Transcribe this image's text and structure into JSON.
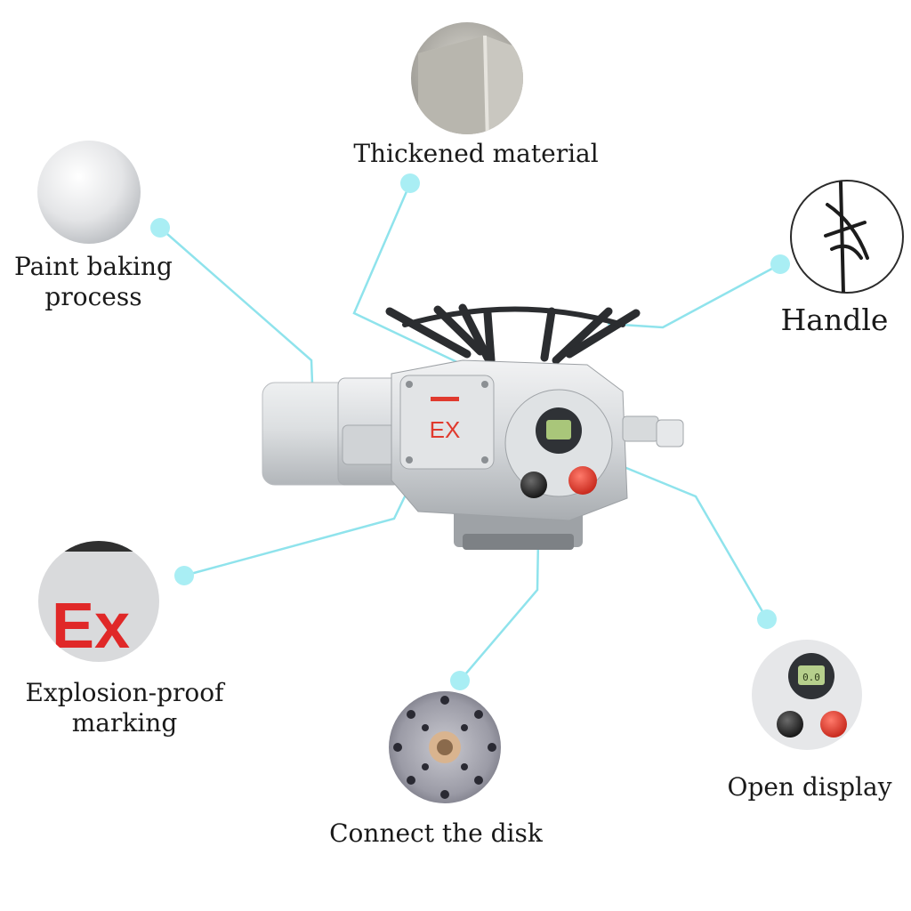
{
  "colors": {
    "accent_line": "#8fe3ec",
    "accent_dot": "#a9eef4",
    "body_metal": "#d9dcdf",
    "marking_red": "#e03a2e"
  },
  "device": {
    "body_marking": "EX"
  },
  "callouts": [
    {
      "id": "thickened-material",
      "lines": [
        "Thickened material"
      ],
      "icon": "metal-corner-closeup"
    },
    {
      "id": "paint-baking-process",
      "lines": [
        "Paint baking",
        "process"
      ],
      "icon": "painted-surface-closeup"
    },
    {
      "id": "handle",
      "lines": [
        "Handle"
      ],
      "icon": "handwheel-closeup"
    },
    {
      "id": "explosion-proof-marking",
      "lines": [
        "Explosion-proof",
        "marking"
      ],
      "icon": "ex-marking-closeup"
    },
    {
      "id": "connect-the-disk",
      "lines": [
        "Connect the disk"
      ],
      "icon": "mounting-disk-closeup"
    },
    {
      "id": "open-display",
      "lines": [
        "Open display"
      ],
      "icon": "display-panel-closeup"
    }
  ],
  "closeups": {
    "ex_text": "Ex",
    "display_text": "0.0"
  }
}
